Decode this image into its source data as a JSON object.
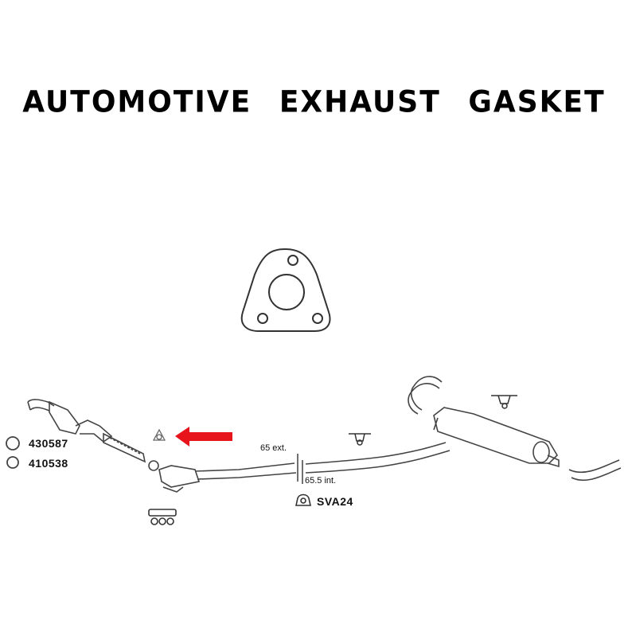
{
  "title": {
    "words": [
      "AUTOMOTIVE",
      "EXHAUST",
      "GASKET"
    ]
  },
  "featured_part": {
    "name": "3-bolt triangular exhaust gasket",
    "icon": "gasket-icon"
  },
  "diagram": {
    "parts": [
      {
        "label": "430587",
        "icon": "clamp-ring-icon"
      },
      {
        "label": "410538",
        "icon": "seal-ring-icon"
      },
      {
        "label": "SVA24",
        "icon": "rubber-mount-icon"
      }
    ],
    "dimensions": {
      "external": "65 ext.",
      "internal": "65.5 int."
    },
    "highlight_arrow": {
      "color": "#e8141c",
      "points_to": "gasket"
    }
  },
  "colors": {
    "line": "#333333",
    "arrow": "#e8141c",
    "background": "#ffffff"
  }
}
